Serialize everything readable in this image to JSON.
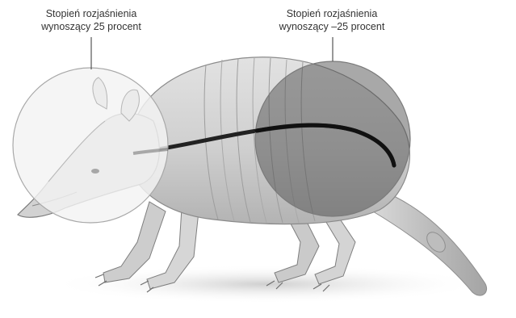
{
  "callouts": {
    "left": {
      "line1": "Stopień rozjaśnienia",
      "line2": "wynoszący 25 procent"
    },
    "right": {
      "line1": "Stopień rozjaśnienia",
      "line2": "wynoszący –25 procent"
    }
  },
  "colors": {
    "background": "#ffffff",
    "text": "#333333",
    "body_base": "#c9c9c9",
    "lightened_circle_fill": "#f3f3f3",
    "darkened_circle_fill": "#5e5e5e",
    "stripe": "#222222"
  },
  "illustration": {
    "subject": "armadillo-icon"
  }
}
